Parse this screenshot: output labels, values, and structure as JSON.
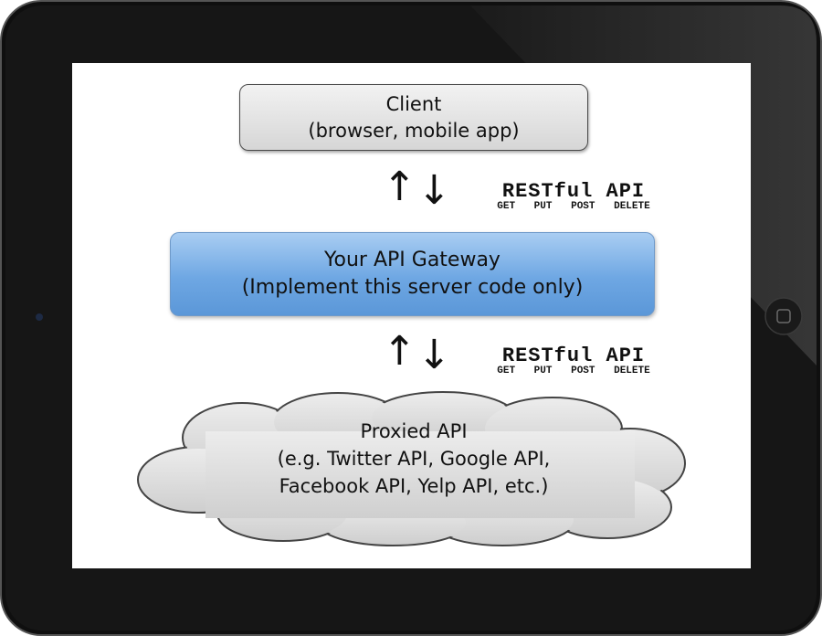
{
  "diagram": {
    "client": {
      "title": "Client",
      "subtitle": "(browser, mobile app)"
    },
    "link_top": {
      "title": "RESTful API",
      "methods": "GET PUT POST DELETE"
    },
    "gateway": {
      "title": "Your API Gateway",
      "subtitle": "(Implement this server code only)"
    },
    "link_bottom": {
      "title": "RESTful API",
      "methods": "GET PUT POST DELETE"
    },
    "proxied": {
      "title": "Proxied API",
      "line2": "(e.g. Twitter API, Google API,",
      "line3": "Facebook API, Yelp API, etc.)"
    }
  },
  "device": {
    "home_button_icon": "square-icon",
    "camera_icon": "camera-dot-icon"
  },
  "colors": {
    "bezel": "#151515",
    "gateway_fill": "#6ea7e3",
    "client_fill": "#e4e4e4",
    "cloud_fill": "#d9d9d9"
  }
}
